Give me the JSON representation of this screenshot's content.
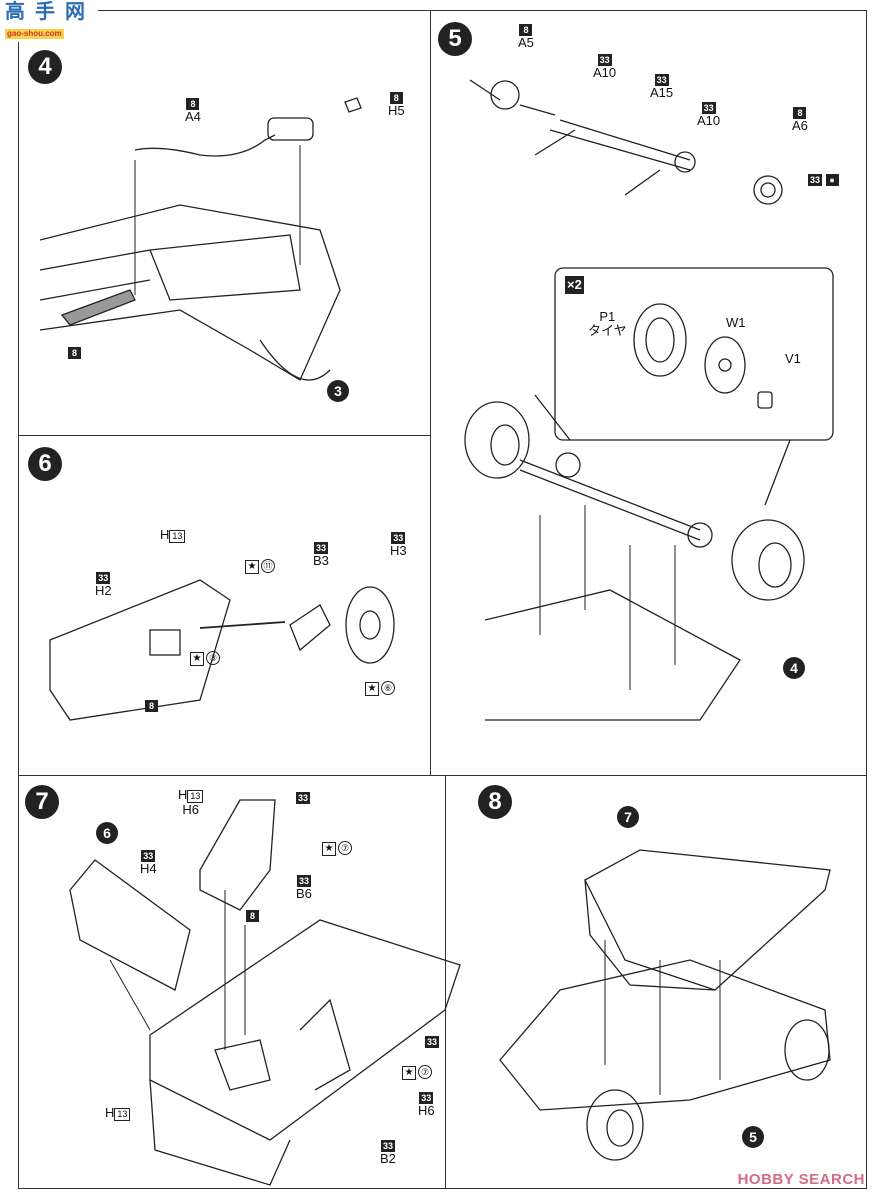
{
  "watermark": {
    "site_logo": "高手网",
    "site_url": "gao-shou.com",
    "footer_logo": "HOBBY SEARCH"
  },
  "step4": {
    "number": "4",
    "labels": [
      {
        "code": "8",
        "part": "A4"
      },
      {
        "code": "8",
        "part": "H5"
      },
      {
        "code": "8",
        "part": ""
      }
    ],
    "ref": "3"
  },
  "step5": {
    "number": "5",
    "labels": [
      {
        "code": "8",
        "part": "A5"
      },
      {
        "code": "33",
        "part": "A10"
      },
      {
        "code": "33",
        "part": "A15"
      },
      {
        "code": "33",
        "part": "A10"
      },
      {
        "code": "8",
        "part": "A6"
      },
      {
        "code": "33",
        "part": ""
      }
    ],
    "inset": {
      "multiplier": "×2",
      "tire": "P1",
      "tire_jp": "タイヤ",
      "wheel": "W1",
      "cap": "V1"
    },
    "ref": "4"
  },
  "step6": {
    "number": "6",
    "labels": [
      {
        "code": "13",
        "prefix": "H",
        "part": ""
      },
      {
        "code": "33",
        "part": "H2"
      },
      {
        "code": "33",
        "part": "B3"
      },
      {
        "code": "33",
        "part": "H3"
      },
      {
        "code": "8",
        "part": ""
      }
    ],
    "markers": [
      {
        "star": "★",
        "num": "⑪"
      },
      {
        "star": "★",
        "num": "③"
      },
      {
        "star": "★",
        "num": "⑥"
      }
    ]
  },
  "step7": {
    "number": "7",
    "ref": "6",
    "labels": [
      {
        "code": "13",
        "prefix": "H",
        "part": "H6"
      },
      {
        "code": "33",
        "part": ""
      },
      {
        "code": "33",
        "part": "H4"
      },
      {
        "code": "8",
        "part": ""
      },
      {
        "code": "33",
        "part": "B6"
      },
      {
        "code": "33",
        "part": ""
      },
      {
        "code": "33",
        "part": "H6"
      },
      {
        "code": "13",
        "prefix": "H",
        "part": ""
      },
      {
        "code": "33",
        "part": "B2"
      }
    ],
    "markers": [
      {
        "star": "★",
        "num": "⑦"
      },
      {
        "star": "★",
        "num": "⑦"
      }
    ]
  },
  "step8": {
    "number": "8",
    "refs": [
      "7",
      "5"
    ]
  }
}
